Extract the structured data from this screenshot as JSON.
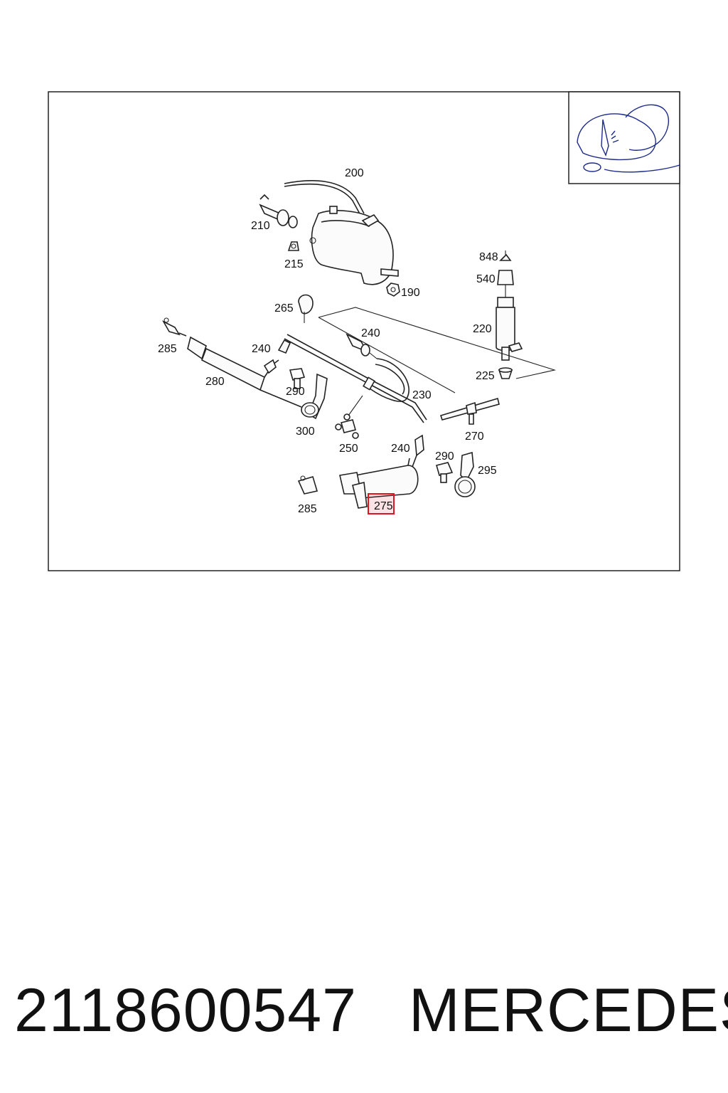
{
  "callouts": {
    "c200": "200",
    "c210": "210",
    "c215": "215",
    "c190": "190",
    "c848": "848",
    "c540": "540",
    "c220": "220",
    "c225": "225",
    "c265": "265",
    "c240a": "240",
    "c285a": "285",
    "c240b": "240",
    "c280": "280",
    "c290a": "290",
    "c230": "230",
    "c300": "300",
    "c250": "250",
    "c270": "270",
    "c240c": "240",
    "c290b": "290",
    "c295": "295",
    "c285b": "285",
    "c275": "275"
  },
  "highlight": {
    "part": "275",
    "color": "#e0141e"
  },
  "footer": {
    "part_number": "2118600547",
    "brand": "MERCEDES"
  }
}
